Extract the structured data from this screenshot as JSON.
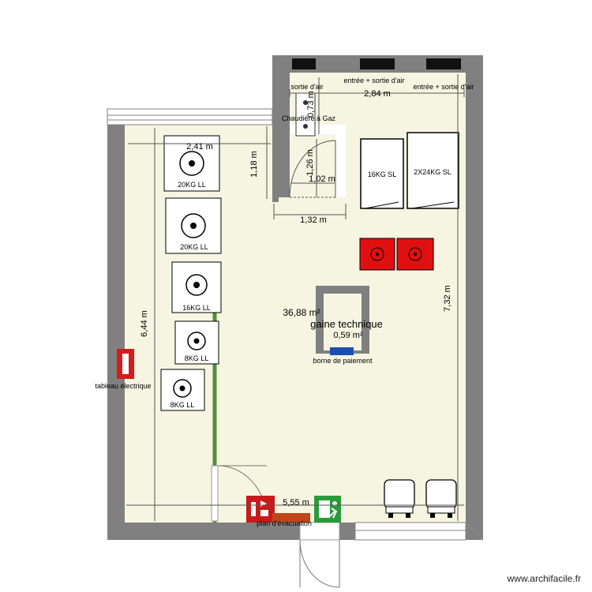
{
  "plan": {
    "room_area": "36,88 m²",
    "shaft_label": "gaine technique",
    "shaft_area": "0,59 m²",
    "dimensions": {
      "top_width": "2,84 m",
      "boiler_depth": "0,73 m",
      "left_block_width": "2,41 m",
      "closet_height": "1,18 m",
      "door_height": "1,26 m",
      "door_width": "1,02 m",
      "closet_width": "1,32 m",
      "left_height": "6,44 m",
      "right_height": "7,32 m",
      "bottom_width": "5,55 m"
    },
    "labels": {
      "vent_small": "sortie d'air",
      "vent_mid": "entrée + sortie d'air",
      "vent_right": "entrée + sortie d'air",
      "boiler": "Chaudière à Gaz",
      "electric_panel": "tableau électrique",
      "payment": "borne de paiement",
      "evacuation": "plan d'évacuation"
    },
    "washers": [
      {
        "label": "20KG LL"
      },
      {
        "label": "20KG LL"
      },
      {
        "label": "16KG LL"
      },
      {
        "label": "8KG LL"
      },
      {
        "label": "8KG LL"
      }
    ],
    "dryers": [
      {
        "label": "16KG SL"
      },
      {
        "label": "2X24KG SL"
      }
    ],
    "colors": {
      "floor": "#f6f5e2",
      "wall": "#7f7f7f",
      "machine_red": "#e01010",
      "exit_green": "#2a9a3a",
      "payment_blue": "#1e4fb0",
      "panel_red": "#d81a1a",
      "evac_brown": "#c0461a",
      "partition_green": "#4f8f3c"
    }
  },
  "watermark": "www.archifacile.fr"
}
